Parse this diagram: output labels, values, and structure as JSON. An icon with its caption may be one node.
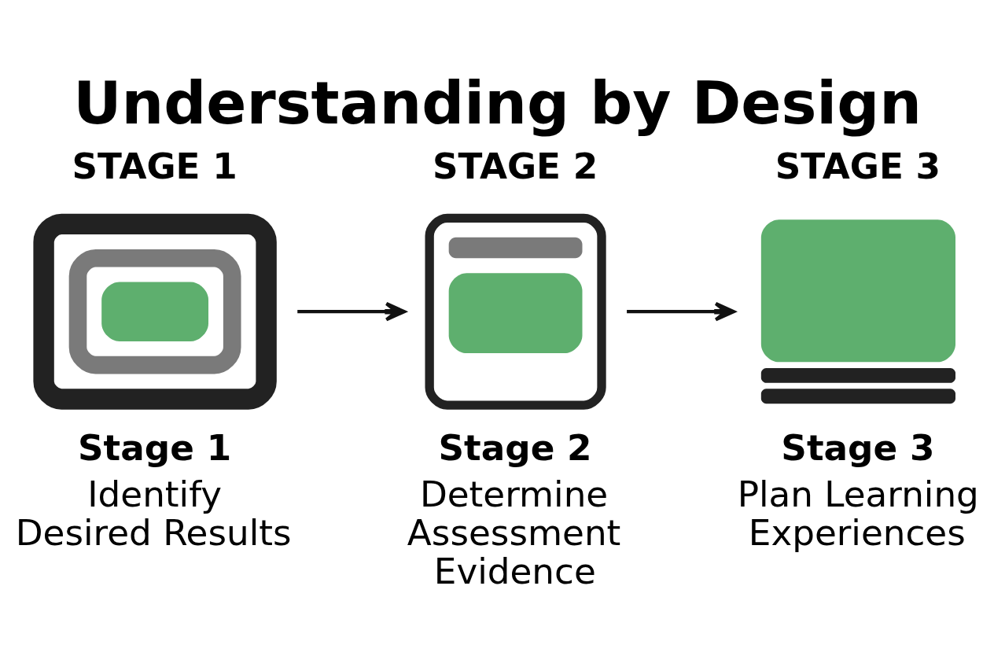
{
  "diagram": {
    "title": "Understanding by Design",
    "nodes": [
      {
        "text": [
          "STAGE 1",
          "Stage 1",
          "Identify Desired Results"
        ]
      },
      {
        "text": [
          "STAGE 2",
          "Stage 2",
          "Determine Assessment Evidence"
        ]
      },
      {
        "text": [
          "STAGE 3",
          "Stage 3",
          "Plan Learning Experiences"
        ]
      }
    ],
    "edges": [
      {
        "from": 0,
        "to": 1,
        "arrow": "to"
      },
      {
        "from": 1,
        "to": 2,
        "arrow": "to"
      }
    ]
  }
}
